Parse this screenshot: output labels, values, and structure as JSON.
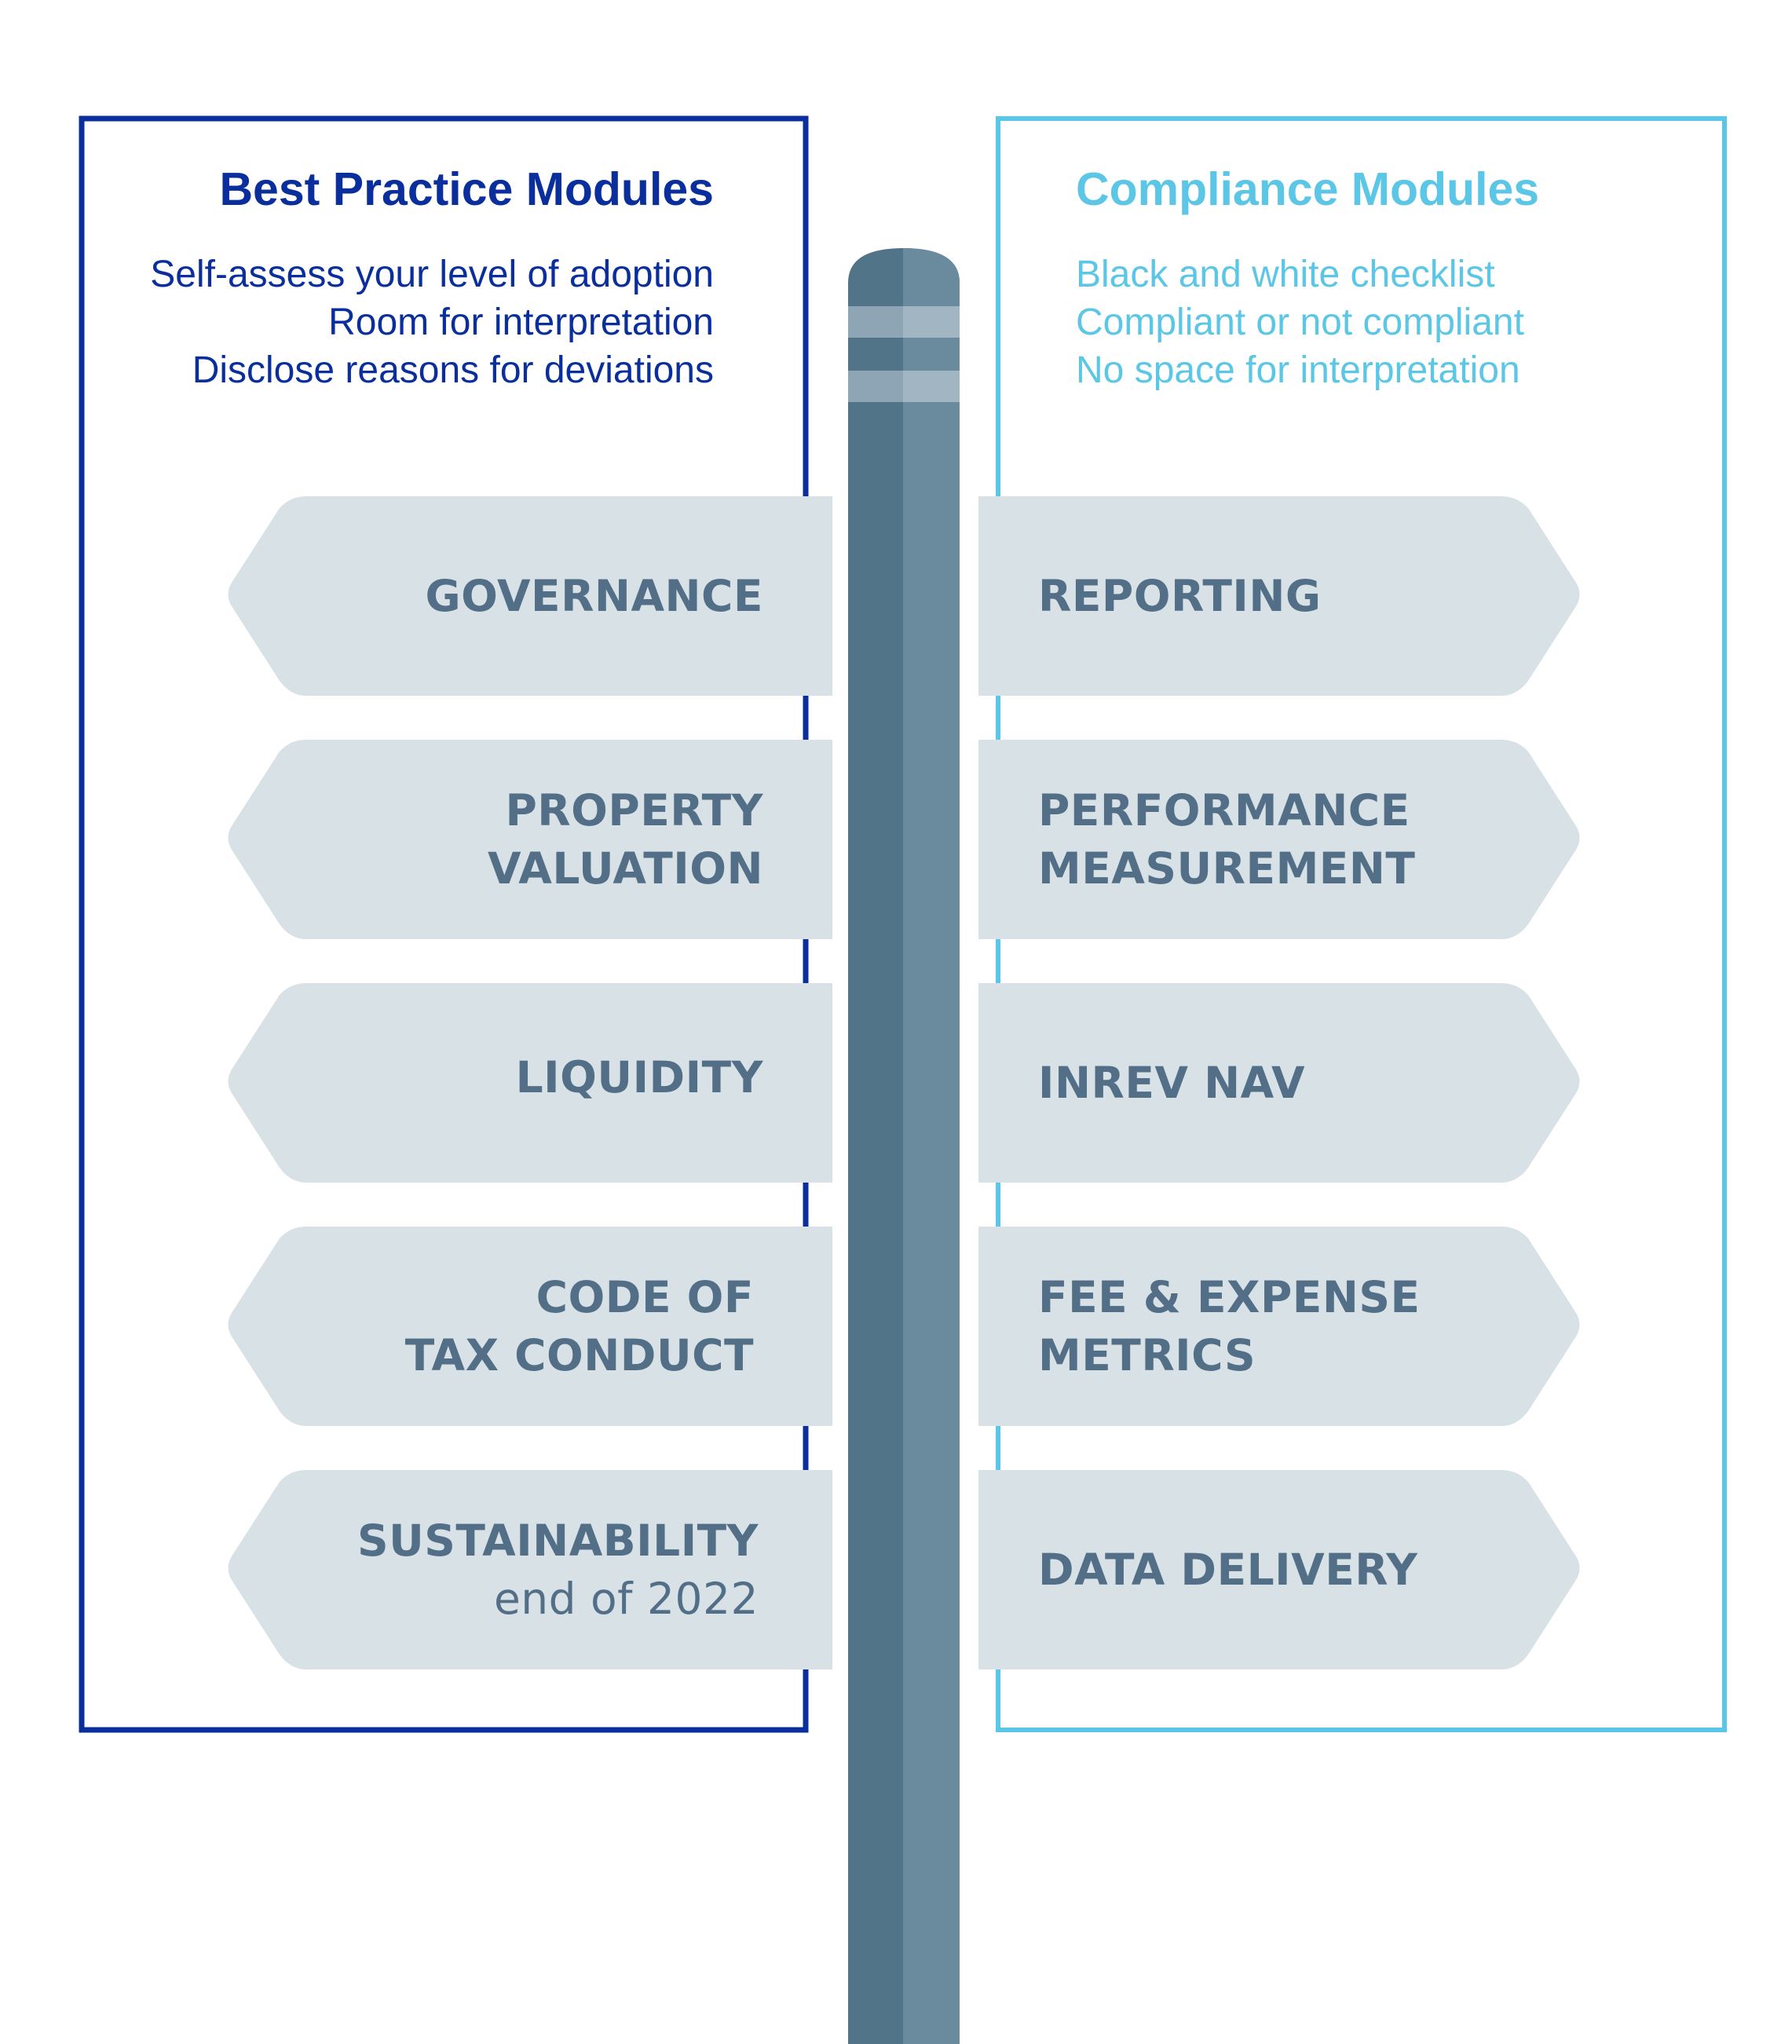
{
  "left_panel": {
    "title": "Best Practice Modules",
    "lines": [
      "Self-assess your level of adoption",
      "Room for interpretation",
      "Disclose reasons for deviations"
    ],
    "color": "#0a2f9c"
  },
  "right_panel": {
    "title": "Compliance Modules",
    "lines": [
      "Black and white checklist",
      "Compliant or not compliant",
      "No space for interpretation"
    ],
    "color": "#5bc6e5"
  },
  "left_signs": [
    {
      "line1": "GOVERNANCE",
      "line2": ""
    },
    {
      "line1": "PROPERTY",
      "line2": "VALUATION"
    },
    {
      "line1": "LIQUIDITY",
      "line2": ""
    },
    {
      "line1": "CODE OF",
      "line2": "TAX CONDUCT"
    },
    {
      "line1": "SUSTAINABILITY",
      "line2": "end of 2022"
    }
  ],
  "right_signs": [
    {
      "line1": "REPORTING",
      "line2": ""
    },
    {
      "line1": "PERFORMANCE",
      "line2": "MEASUREMENT"
    },
    {
      "line1": "INREV NAV",
      "line2": ""
    },
    {
      "line1": "FEE & EXPENSE",
      "line2": "METRICS"
    },
    {
      "line1": "DATA DELIVERY",
      "line2": ""
    }
  ],
  "colors": {
    "sign_fill": "#d7e1e6",
    "sign_text": "#536f87",
    "post_dark": "#527489",
    "post_light": "#6a8b9d"
  }
}
